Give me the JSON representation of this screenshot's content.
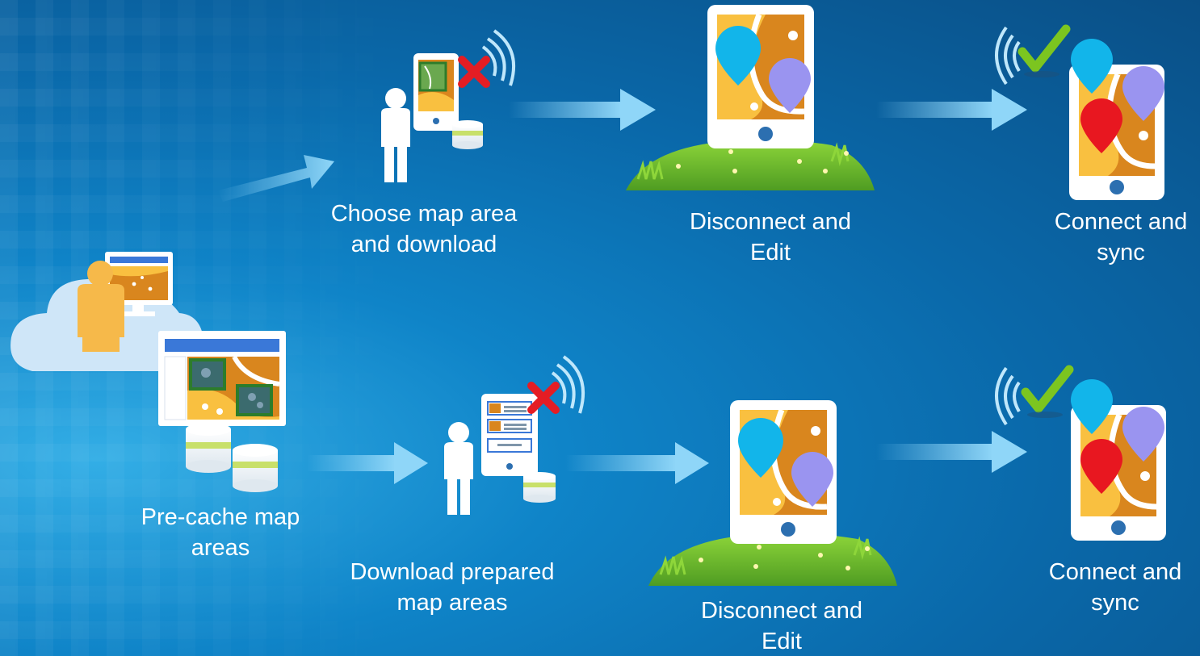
{
  "labels": {
    "precache": "Pre-cache map\nareas",
    "choose": "Choose map area\nand download",
    "download_prepared": "Download prepared\nmap areas",
    "disconnect_top": "Disconnect and\nEdit",
    "disconnect_bottom": "Disconnect and\nEdit",
    "connect_top": "Connect and\nsync",
    "connect_bottom": "Connect and\nsync"
  },
  "colors": {
    "map_orange": "#d9861e",
    "map_yellow": "#f9c040",
    "pin_cyan": "#12b5ea",
    "pin_purple": "#9a94f0",
    "pin_red": "#e81720",
    "grass": "#6bbf2f",
    "person_white": "#ffffff",
    "person_gold": "#f6b94a",
    "cloud": "#cfe6f8",
    "x_red": "#e41d24",
    "check_green": "#7cc520"
  },
  "icons": [
    "cloud-icon",
    "desktop-icon",
    "person-icon",
    "tablet-icon",
    "map-pin-icon",
    "wifi-icon",
    "x-mark-icon",
    "check-mark-icon",
    "database-icon",
    "arrow-right-icon",
    "grass-icon"
  ]
}
